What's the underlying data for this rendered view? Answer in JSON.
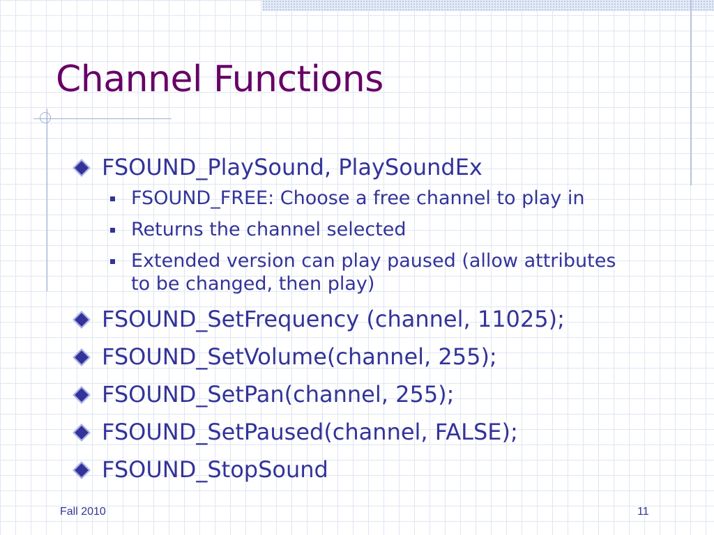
{
  "slide": {
    "title": "Channel Functions",
    "bullets": [
      {
        "text": "FSOUND_PlaySound, PlaySoundEx",
        "sub": [
          "FSOUND_FREE: Choose a free channel to play in",
          "Returns the channel selected",
          "Extended version can play paused (allow attributes to be changed, then play)"
        ]
      },
      {
        "text": "FSOUND_SetFrequency (channel, 11025);"
      },
      {
        "text": "FSOUND_SetVolume(channel, 255);"
      },
      {
        "text": "FSOUND_SetPan(channel, 255);"
      },
      {
        "text": "FSOUND_SetPaused(channel, FALSE);"
      },
      {
        "text": "FSOUND_StopSound"
      }
    ],
    "footer_left": "Fall 2010",
    "page_number": "11"
  },
  "colors": {
    "title": "#660066",
    "body": "#333399",
    "grid": "#dfe6f1"
  }
}
